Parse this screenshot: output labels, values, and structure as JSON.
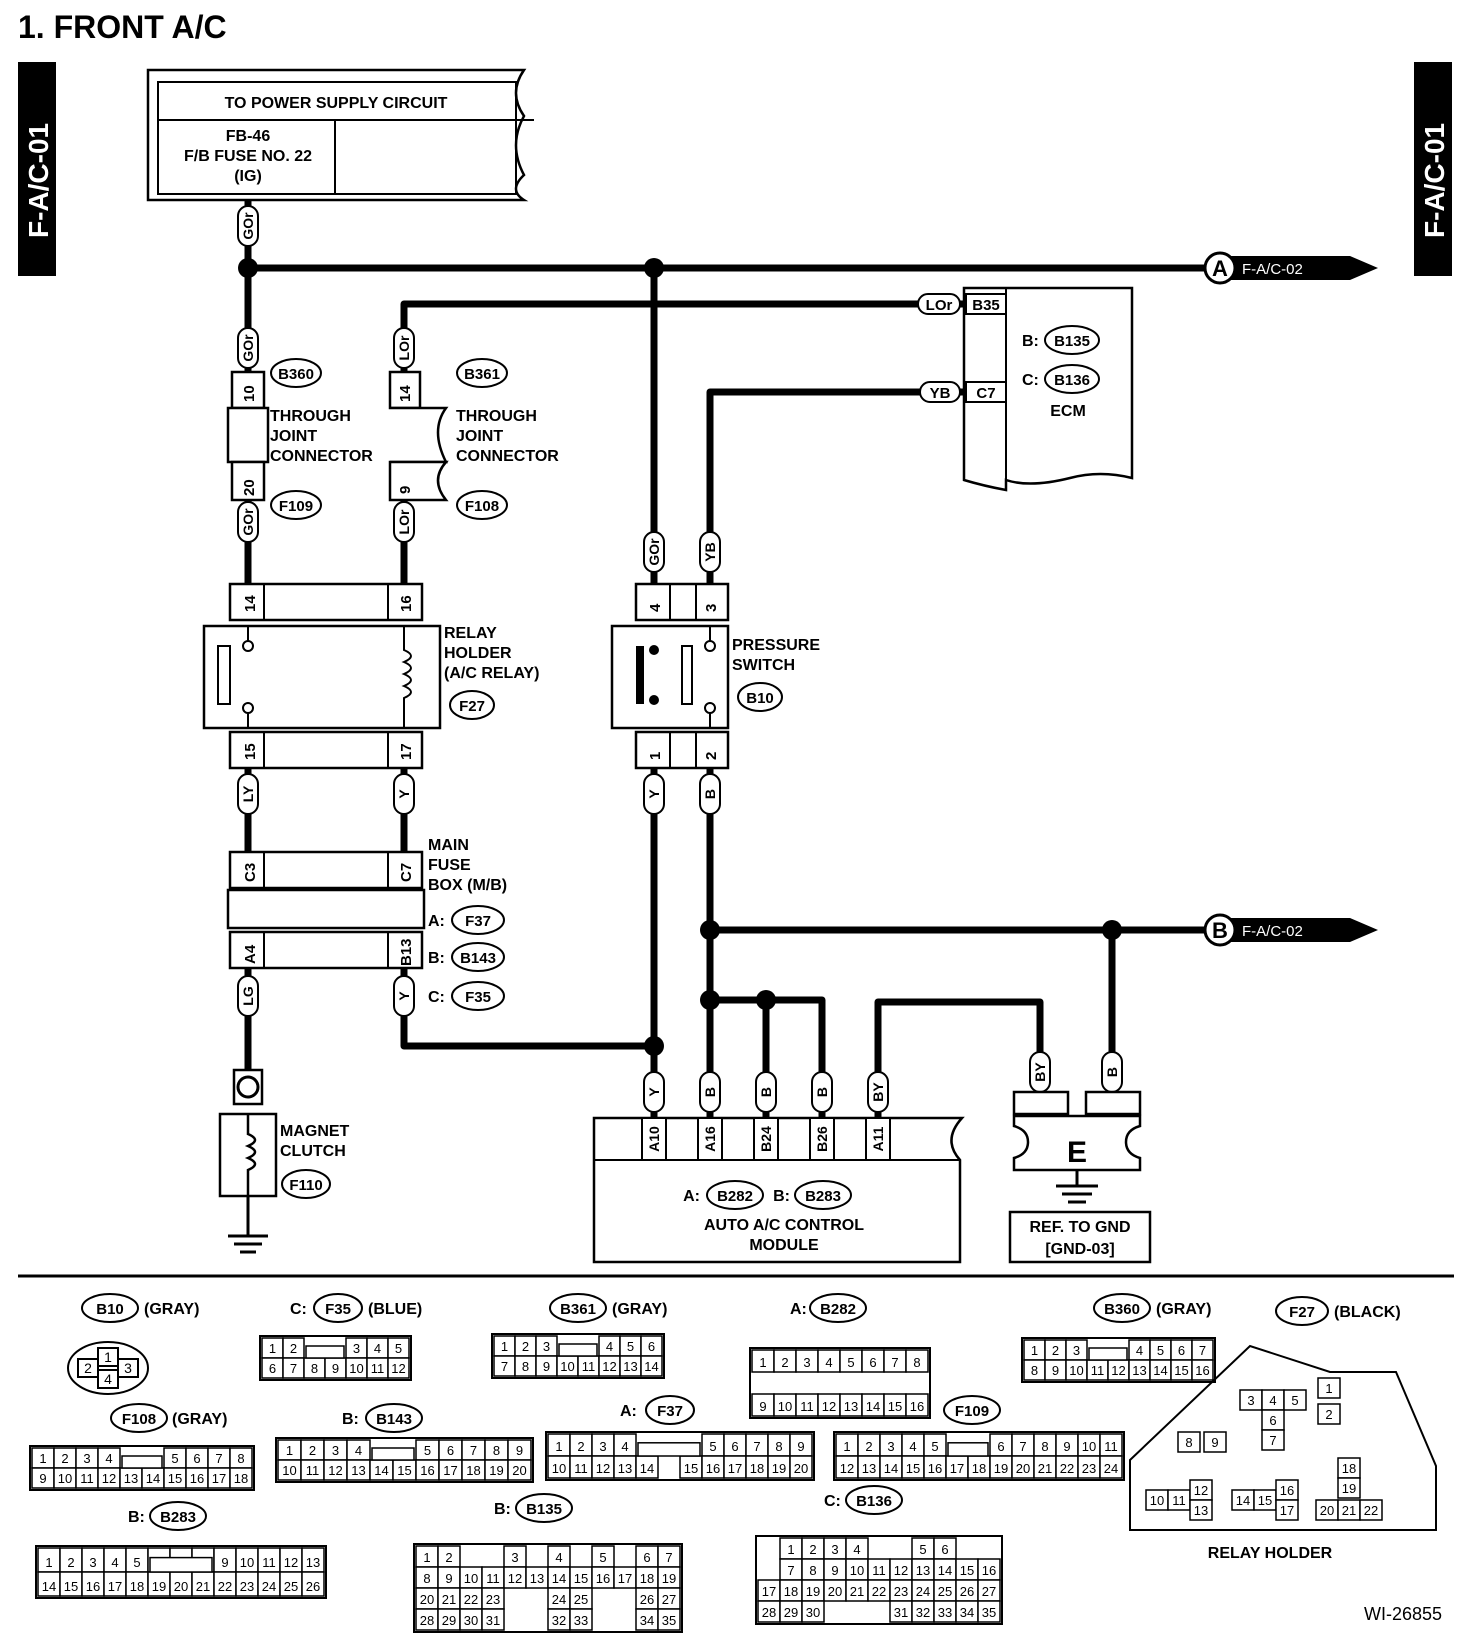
{
  "title": "1.  FRONT A/C",
  "side_tab": "F-A/C-01",
  "drawing_number": "WI-26855",
  "power_supply": {
    "header": "TO POWER SUPPLY CIRCUIT",
    "line1": "FB-46",
    "line2": "F/B FUSE NO. 22",
    "line3": "(IG)"
  },
  "connectors_to_page": {
    "A": {
      "letter": "A",
      "label": "F-A/C-02"
    },
    "B": {
      "letter": "B",
      "label": "F-A/C-02"
    }
  },
  "ecm": {
    "name": "ECM",
    "prefix_b": "B:",
    "conn_b": "B135",
    "prefix_c": "C:",
    "conn_c": "B136",
    "pin_b35": "B35",
    "pin_c7": "C7",
    "wire_b35": "LOr",
    "wire_c7": "YB"
  },
  "through_joint_left": {
    "label1": "THROUGH",
    "label2": "JOINT",
    "label3": "CONNECTOR",
    "conn_top": "B360",
    "conn_bottom": "F109",
    "pin_top": "10",
    "pin_bottom": "20",
    "wire_top": "GOr",
    "wire_bottom": "GOr"
  },
  "through_joint_right": {
    "label1": "THROUGH",
    "label2": "JOINT",
    "label3": "CONNECTOR",
    "conn_top": "B361",
    "conn_bottom": "F108",
    "pin_top": "14",
    "pin_bottom": "9",
    "wire_top": "LOr",
    "wire_bottom": "LOr"
  },
  "wire_supply": "GOr",
  "relay_holder": {
    "label1": "RELAY",
    "label2": "HOLDER",
    "label3": "(A/C RELAY)",
    "conn": "F27",
    "pin_14": "14",
    "pin_16": "16",
    "pin_15": "15",
    "pin_17": "17",
    "wire_15": "LY",
    "wire_17": "Y"
  },
  "pressure_switch": {
    "label1": "PRESSURE",
    "label2": "SWITCH",
    "conn": "B10",
    "pin_4": "4",
    "pin_3": "3",
    "pin_1": "1",
    "pin_2": "2",
    "wire_4": "GOr",
    "wire_3": "YB",
    "wire_1": "Y",
    "wire_2": "B"
  },
  "main_fuse_box": {
    "label1": "MAIN",
    "label2": "FUSE",
    "label3": "BOX (M/B)",
    "prefix_a": "A:",
    "conn_a": "F37",
    "prefix_b": "B:",
    "conn_b": "B143",
    "prefix_c": "C:",
    "conn_c": "F35",
    "pin_c3": "C3",
    "pin_c7": "C7",
    "pin_a4": "A4",
    "pin_b13": "B13",
    "wire_a4": "LG",
    "wire_b13": "Y"
  },
  "magnet_clutch": {
    "label1": "MAGNET",
    "label2": "CLUTCH",
    "conn": "F110"
  },
  "control_module": {
    "label1": "AUTO A/C CONTROL",
    "label2": "MODULE",
    "prefix_a": "A:",
    "conn_a": "B282",
    "prefix_b": "B:",
    "conn_b": "B283",
    "pins": [
      "A10",
      "A16",
      "B24",
      "B26",
      "A11"
    ],
    "wires": [
      "Y",
      "B",
      "B",
      "B",
      "BY"
    ]
  },
  "ground": {
    "letter": "E",
    "ref1": "REF. TO GND",
    "ref2": "[GND-03]",
    "wire_left": "BY",
    "wire_right": "B"
  },
  "legend": {
    "b10": {
      "name": "B10",
      "color": "(GRAY)",
      "pins": [
        "1",
        "2",
        "3",
        "4"
      ]
    },
    "f35": {
      "prefix": "C:",
      "name": "F35",
      "color": "(BLUE)"
    },
    "b361": {
      "name": "B361",
      "color": "(GRAY)"
    },
    "b282": {
      "prefix": "A:",
      "name": "B282"
    },
    "b360": {
      "name": "B360",
      "color": "(GRAY)"
    },
    "f27": {
      "name": "F27",
      "color": "(BLACK)",
      "caption": "RELAY HOLDER"
    },
    "f108": {
      "name": "F108",
      "color": "(GRAY)"
    },
    "b143": {
      "prefix": "B:",
      "name": "B143"
    },
    "f37": {
      "prefix": "A:",
      "name": "F37"
    },
    "f109": {
      "name": "F109"
    },
    "b283": {
      "prefix": "B:",
      "name": "B283"
    },
    "b135": {
      "prefix": "B:",
      "name": "B135"
    },
    "b136": {
      "prefix": "C:",
      "name": "B136"
    }
  }
}
